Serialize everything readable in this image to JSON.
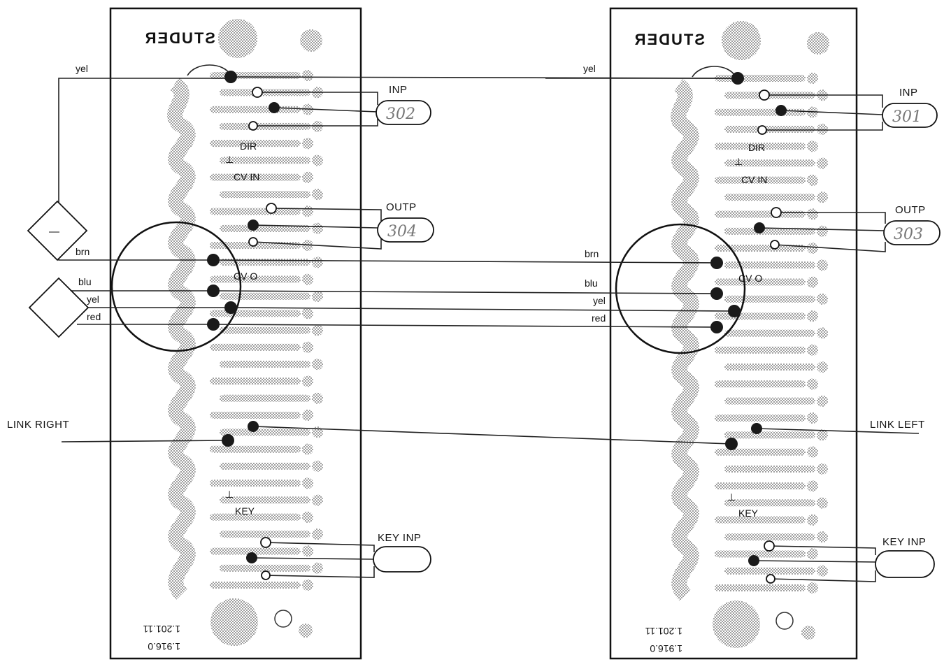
{
  "left_module": {
    "brand": "STUDER",
    "tap_labels": [
      "INP",
      "OUTP",
      "KEY INP"
    ],
    "plug_numbers": [
      "302",
      "304"
    ],
    "side_labels": [
      "DIR",
      "CV IN",
      "CV O",
      "KEY"
    ],
    "ground_symbol": "⊥",
    "wire_labels": [
      "yel",
      "brn",
      "blu",
      "yel",
      "red"
    ],
    "link_label": "LINK RIGHT",
    "footer_codes": [
      "1.201.11",
      "1.916.0"
    ]
  },
  "right_module": {
    "brand": "STUDER",
    "tap_labels": [
      "INP",
      "OUTP",
      "KEY INP"
    ],
    "plug_numbers": [
      "301",
      "303"
    ],
    "side_labels": [
      "DIR",
      "CV IN",
      "CV O",
      "KEY"
    ],
    "ground_symbol": "⊥",
    "wire_labels": [
      "yel",
      "brn",
      "blu",
      "yel",
      "red"
    ],
    "link_label": "LINK  LEFT",
    "footer_codes": [
      "1.201.11",
      "1.916.0"
    ]
  },
  "switch_symbol": "—",
  "colors": {
    "ink": "#111111",
    "dots": "#8a8a8a",
    "handwriting": "#777777"
  }
}
